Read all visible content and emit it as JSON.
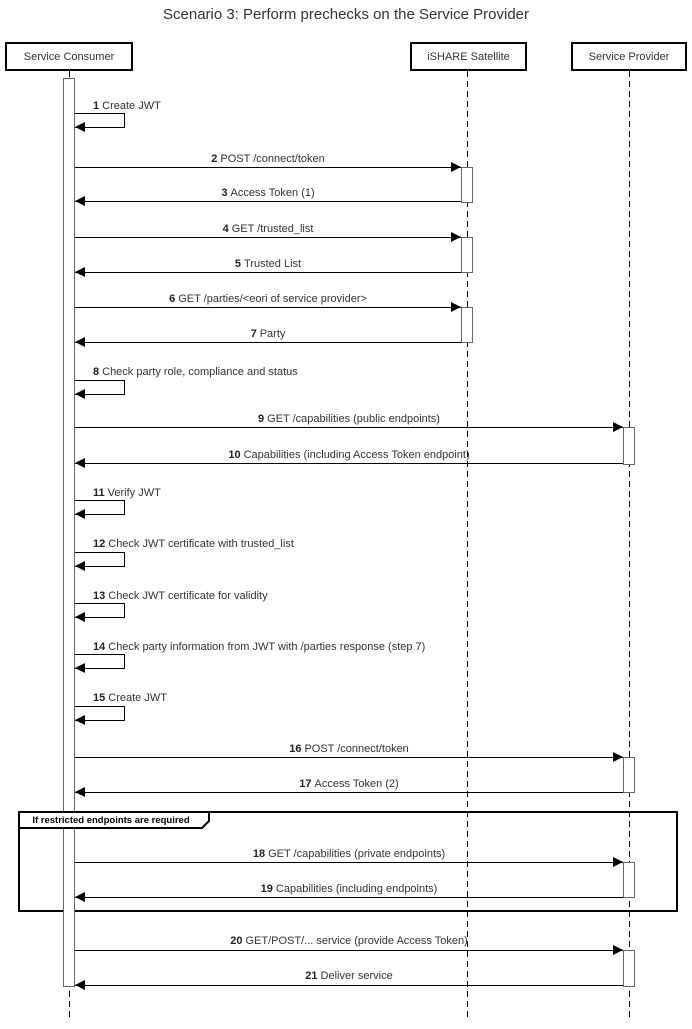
{
  "diagram": {
    "title": "Scenario 3: Perform prechecks on the Service Provider",
    "actors": [
      {
        "id": "consumer",
        "label": "Service Consumer"
      },
      {
        "id": "satellite",
        "label": "iSHARE Satellite"
      },
      {
        "id": "provider",
        "label": "Service Provider"
      }
    ],
    "fragment": {
      "operator_label": "If restricted endpoints are required"
    },
    "messages": [
      {
        "num": "1",
        "text": "Create JWT",
        "kind": "self",
        "from": "consumer",
        "to": "consumer"
      },
      {
        "num": "2",
        "text": "POST /connect/token",
        "kind": "sync",
        "from": "consumer",
        "to": "satellite"
      },
      {
        "num": "3",
        "text": "Access Token (1)",
        "kind": "return",
        "from": "satellite",
        "to": "consumer"
      },
      {
        "num": "4",
        "text": "GET /trusted_list",
        "kind": "sync",
        "from": "consumer",
        "to": "satellite"
      },
      {
        "num": "5",
        "text": "Trusted List",
        "kind": "return",
        "from": "satellite",
        "to": "consumer"
      },
      {
        "num": "6",
        "text": "GET /parties/<eori of service provider>",
        "kind": "sync",
        "from": "consumer",
        "to": "satellite"
      },
      {
        "num": "7",
        "text": "Party",
        "kind": "return",
        "from": "satellite",
        "to": "consumer"
      },
      {
        "num": "8",
        "text": "Check party role, compliance and status",
        "kind": "self",
        "from": "consumer",
        "to": "consumer"
      },
      {
        "num": "9",
        "text": "GET /capabilities (public endpoints)",
        "kind": "sync",
        "from": "consumer",
        "to": "provider"
      },
      {
        "num": "10",
        "text": "Capabilities (including Access Token endpoint)",
        "kind": "return",
        "from": "provider",
        "to": "consumer"
      },
      {
        "num": "11",
        "text": "Verify JWT",
        "kind": "self",
        "from": "consumer",
        "to": "consumer"
      },
      {
        "num": "12",
        "text": "Check JWT certificate with trusted_list",
        "kind": "self",
        "from": "consumer",
        "to": "consumer"
      },
      {
        "num": "13",
        "text": "Check JWT certificate for validity",
        "kind": "self",
        "from": "consumer",
        "to": "consumer"
      },
      {
        "num": "14",
        "text": "Check party information from JWT with /parties response (step 7)",
        "kind": "self",
        "from": "consumer",
        "to": "consumer"
      },
      {
        "num": "15",
        "text": "Create JWT",
        "kind": "self",
        "from": "consumer",
        "to": "consumer"
      },
      {
        "num": "16",
        "text": "POST /connect/token",
        "kind": "sync",
        "from": "consumer",
        "to": "provider"
      },
      {
        "num": "17",
        "text": "Access Token (2)",
        "kind": "return",
        "from": "provider",
        "to": "consumer"
      },
      {
        "num": "18",
        "text": "GET /capabilities (private endpoints)",
        "kind": "sync",
        "from": "consumer",
        "to": "provider"
      },
      {
        "num": "19",
        "text": "Capabilities (including endpoints)",
        "kind": "return",
        "from": "provider",
        "to": "consumer"
      },
      {
        "num": "20",
        "text": "GET/POST/... service (provide Access Token)",
        "kind": "sync",
        "from": "consumer",
        "to": "provider"
      },
      {
        "num": "21",
        "text": "Deliver service",
        "kind": "return",
        "from": "provider",
        "to": "consumer"
      }
    ]
  }
}
